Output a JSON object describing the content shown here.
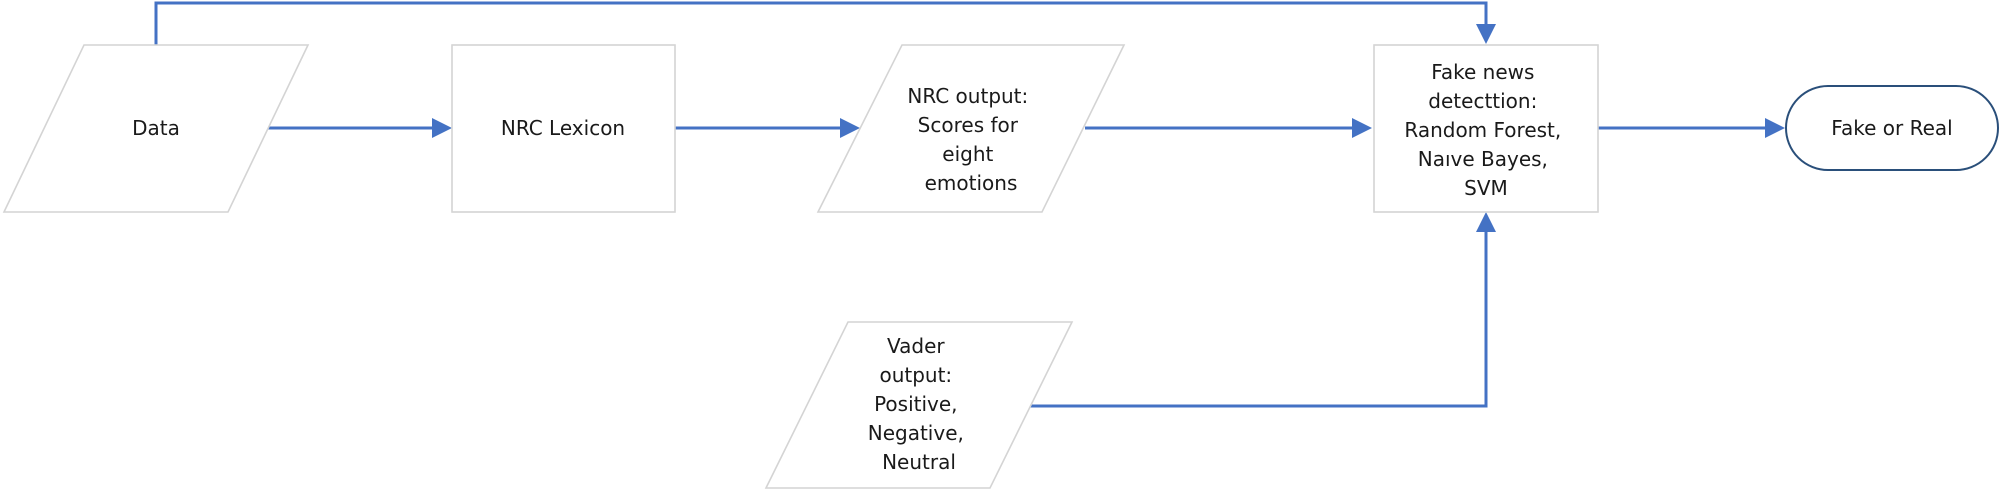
{
  "colors": {
    "edge": "#4472c4",
    "node_border": "#d4d4d4",
    "terminator_border": "#2a4f7a",
    "text": "#1a1a1a"
  },
  "nodes": {
    "data": {
      "shape": "parallelogram",
      "lines": [
        "Data"
      ]
    },
    "nrc_lexicon": {
      "shape": "rectangle",
      "lines": [
        "NRC Lexicon"
      ]
    },
    "nrc_output": {
      "shape": "parallelogram",
      "lines": [
        "NRC output:",
        "Scores for",
        "eight",
        "emotions"
      ]
    },
    "fake_news_detection": {
      "shape": "rectangle",
      "lines": [
        "Fake news",
        "detecttion:",
        "Random Forest,",
        "Naıve Bayes,",
        "SVM"
      ]
    },
    "fake_or_real": {
      "shape": "terminator",
      "lines": [
        "Fake or Real"
      ]
    },
    "vader_output": {
      "shape": "parallelogram",
      "lines": [
        "Vader",
        "output:",
        "Positive,",
        "Negative,",
        "Neutral"
      ]
    }
  },
  "edges": [
    {
      "from": "data",
      "to": "nrc_lexicon"
    },
    {
      "from": "nrc_lexicon",
      "to": "nrc_output"
    },
    {
      "from": "nrc_output",
      "to": "fake_news_detection"
    },
    {
      "from": "fake_news_detection",
      "to": "fake_or_real"
    },
    {
      "from": "data",
      "to": "fake_news_detection",
      "routing": "over-top"
    },
    {
      "from": "vader_output",
      "to": "fake_news_detection",
      "routing": "from-below"
    }
  ]
}
